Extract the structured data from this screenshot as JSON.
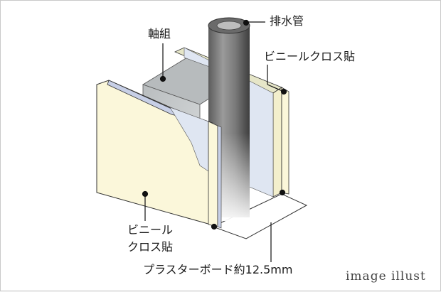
{
  "labels": {
    "pipe": "排水管",
    "frame": "軸組",
    "vinyl_right": "ビニールクロス貼",
    "vinyl_left_line1": "ビニール",
    "vinyl_left_line2": "クロス貼",
    "board": "プラスターボード約12.5mm"
  },
  "note": "image illust",
  "colors": {
    "board_face": "#fbf7da",
    "board_edge": "#c7cfe6",
    "frame_gray": "#c6c9cb",
    "pipe_dark": "#7b7b7b",
    "leader": "#111111"
  }
}
